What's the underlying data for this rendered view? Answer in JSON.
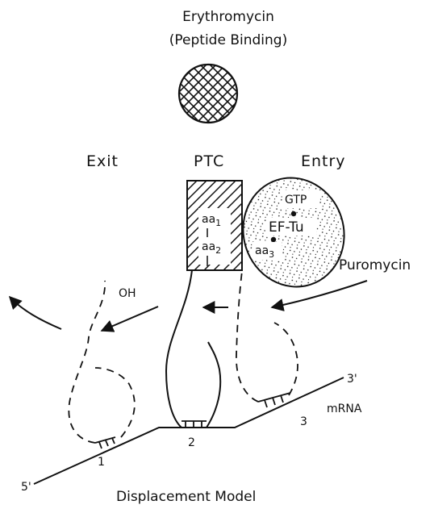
{
  "title": {
    "line1": "Erythromycin",
    "line2": "(Peptide Binding)"
  },
  "sites": {
    "exit": "Exit",
    "ptc": "PTC",
    "entry": "Entry"
  },
  "ptc_box": {
    "aa1_base": "aa",
    "aa1_sub": "1",
    "aa2_base": "aa",
    "aa2_sub": "2"
  },
  "ef_tu": {
    "gtp": "GTP",
    "eftu": "EF-Tu",
    "aa3_base": "aa",
    "aa3_sub": "3"
  },
  "puromycin": "Puromycin",
  "oh": "OH",
  "mrna": {
    "label": "mRNA",
    "three_prime": "3'",
    "five_prime": "5'",
    "site1": "1",
    "site2": "2",
    "site3": "3"
  },
  "caption": "Displacement Model"
}
